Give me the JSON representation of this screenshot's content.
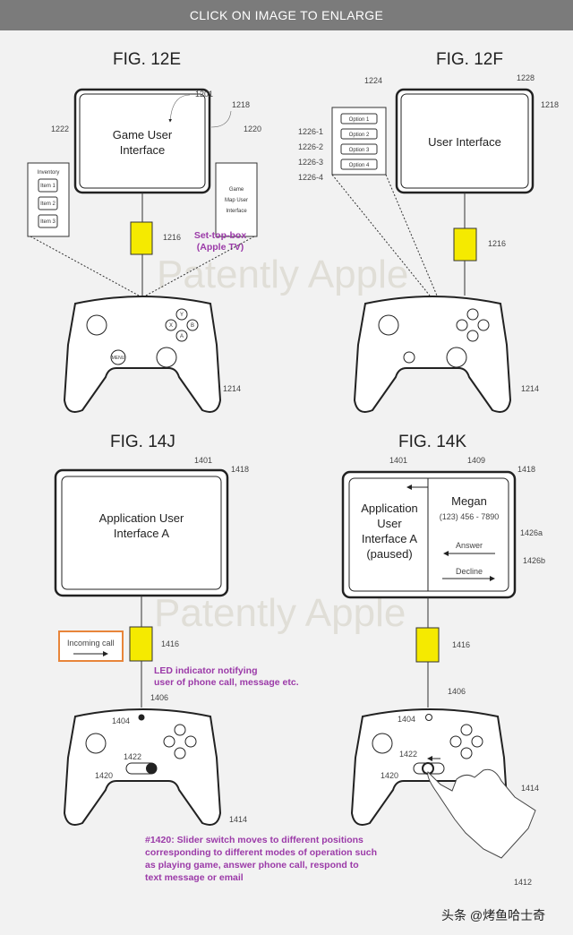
{
  "banner": "CLICK ON IMAGE TO ENLARGE",
  "watermark": "Patently Apple",
  "footer_credit": "头条 @烤鱼哈士奇",
  "fig12e": {
    "title": "FIG. 12E",
    "screen_text": [
      "Game User",
      "Interface"
    ],
    "inventory_title": "Inventory",
    "inventory_items": [
      "Item 1",
      "Item 2",
      "Item 3"
    ],
    "map_text": [
      "Game",
      "Map User",
      "Interface"
    ],
    "refs": {
      "r1201": "1201",
      "r1218": "1218",
      "r1222": "1222",
      "r1220": "1220",
      "r1216": "1216",
      "r1214": "1214"
    },
    "settop_note": [
      "Set-top-box",
      "(Apple TV)"
    ],
    "menu_button": "MENU",
    "buttons": [
      "Y",
      "X",
      "B",
      "A"
    ]
  },
  "fig12f": {
    "title": "FIG. 12F",
    "screen_text": "User Interface",
    "options": [
      "Option 1",
      "Option 2",
      "Option 3",
      "Option 4"
    ],
    "option_refs": [
      "1226-1",
      "1226-2",
      "1226-3",
      "1226-4"
    ],
    "refs": {
      "r1224": "1224",
      "r1228": "1228",
      "r1218": "1218",
      "r1216": "1216",
      "r1214": "1214"
    }
  },
  "fig14j": {
    "title": "FIG. 14J",
    "screen_text": [
      "Application User",
      "Interface A"
    ],
    "incoming_call": "Incoming call",
    "led_note": [
      "LED indicator notifying",
      "user of phone call, message etc."
    ],
    "refs": {
      "r1401": "1401",
      "r1418": "1418",
      "r1416": "1416",
      "r1406": "1406",
      "r1404": "1404",
      "r1422": "1422",
      "r1420": "1420",
      "r1414": "1414"
    }
  },
  "fig14k": {
    "title": "FIG. 14K",
    "left_text": [
      "Application",
      "User",
      "Interface A",
      "(paused)"
    ],
    "caller_name": "Megan",
    "caller_number": "(123) 456 - 7890",
    "answer": "Answer",
    "decline": "Decline",
    "refs": {
      "r1401": "1401",
      "r1409": "1409",
      "r1418": "1418",
      "r1426a": "1426a",
      "r1426b": "1426b",
      "r1416": "1416",
      "r1406": "1406",
      "r1404": "1404",
      "r1422": "1422",
      "r1420": "1420",
      "r1414": "1414",
      "r1412": "1412"
    }
  },
  "slider_note": [
    "#1420: Slider switch moves to different positions",
    "corresponding to different modes of operation such",
    "as playing game, answer phone call, respond to",
    "text message or email"
  ],
  "colors": {
    "settop": "#f5ea00",
    "note": "#9b3aa8",
    "incoming_border": "#e8853a",
    "banner": "#7b7b7b"
  }
}
